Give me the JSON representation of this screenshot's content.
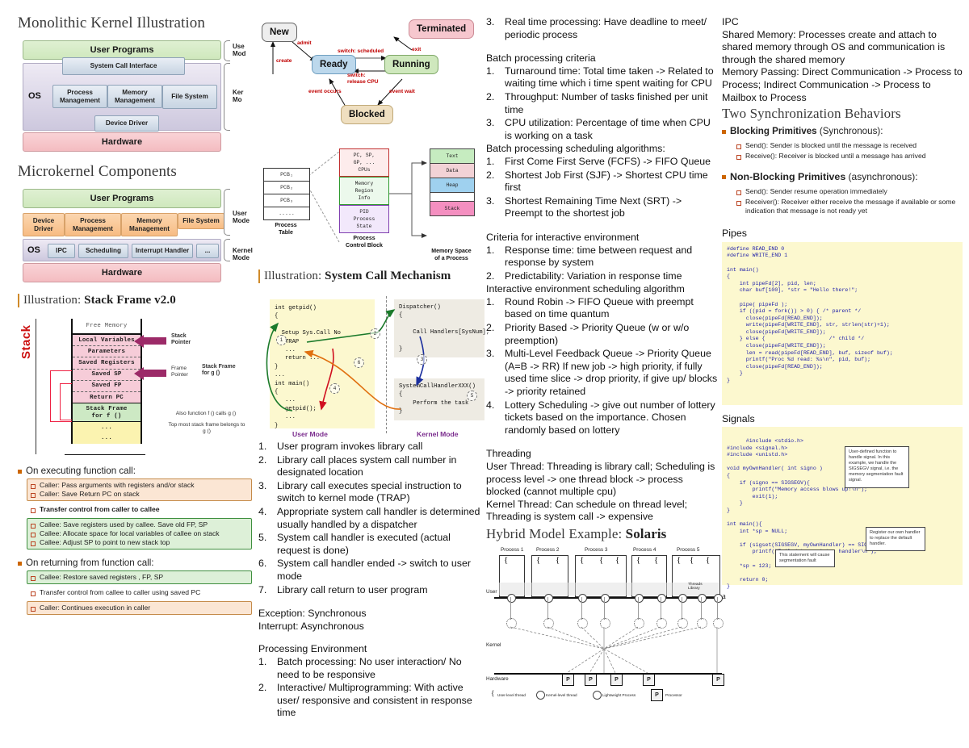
{
  "col1": {
    "heading_monolithic": "Monolithic Kernel Illustration",
    "heading_microkernel": "Microkernel Components",
    "monolithic": {
      "user_programs": "User Programs",
      "system_call_interface": "System Call Interface",
      "os_label": "OS",
      "blocks": [
        "Process Management",
        "Memory Management",
        "File System"
      ],
      "device_driver": "Device Driver",
      "hardware": "Hardware",
      "user_mode": "Use\nMod",
      "kernel_mode": "Ker\nMo"
    },
    "microkernel": {
      "user_programs": "User Programs",
      "user_blocks": [
        "Device Driver",
        "Process Management",
        "Memory Management",
        "File System"
      ],
      "os_label": "OS",
      "kernel_blocks": [
        "IPC",
        "Scheduling",
        "Interrupt Handler",
        "..."
      ],
      "hardware": "Hardware",
      "user_mode": "User Mode",
      "kernel_mode": "Kernel Mode"
    },
    "stack": {
      "title_prefix": "Illustration: ",
      "title_bold": "Stack Frame v2.0",
      "free_memory": "Free Memory",
      "cells": [
        "Local Variables",
        "Parameters",
        "Saved Registers",
        "Saved SP",
        "Saved FP",
        "Return PC"
      ],
      "frame_f_line1": "Stack Frame",
      "frame_f_line2": "for f ()",
      "dots1": "...",
      "dots2": "...",
      "stack_label": "Stack",
      "stack_pointer": "Stack Pointer",
      "frame_pointer": "Frame Pointer",
      "stack_frame_g_1": "Stack Frame",
      "stack_frame_g_2": "for g ()",
      "note1": "Also function f () calls g ()",
      "note2": "Top most stack frame belongs to g ()"
    },
    "exec_call": {
      "heading": "On executing function call:",
      "orange": [
        "Caller: Pass arguments with registers and/or stack",
        "Caller: Save Return PC on stack"
      ],
      "plain": [
        "Transfer control from caller to callee"
      ],
      "green": [
        "Callee: Save registers used by callee. Save old FP, SP",
        "Callee: Allocate space for local variables of callee on stack",
        "Callee: Adjust SP to point to new stack top"
      ]
    },
    "return_call": {
      "heading": "On returning from function call:",
      "green": [
        "Callee: Restore saved registers , FP, SP"
      ],
      "plain": [
        "Transfer control from callee to caller using saved PC"
      ],
      "orange": [
        "Caller: Continues execution in caller"
      ]
    }
  },
  "col2": {
    "state_diagram": {
      "nodes": {
        "new": "New",
        "ready": "Ready",
        "running": "Running",
        "terminated": "Terminated",
        "blocked": "Blocked"
      },
      "edges": {
        "create": "create",
        "admit": "admit",
        "switch_scheduled": "switch: scheduled",
        "switch_release": "switch:\nrelease CPU",
        "exit": "exit",
        "event_wait": "event wait",
        "event_occurs": "event occurs"
      }
    },
    "pcb_diagram": {
      "process_table_rows": [
        "PCB₁",
        "PCB₂",
        "PCB₃",
        "....."
      ],
      "process_table_caption": "Process\nTable",
      "pcb_caption": "Process\nControl Block",
      "pcb_segments": [
        "PC,  SP,\nGP, ...\nCPUs",
        "Memory\nRegion\nInfo",
        "PID\nProcess\nState"
      ],
      "memory_rows": [
        "Text",
        "Data",
        "Heap",
        "",
        "Stack"
      ],
      "memory_caption": "Memory Space\nof a Process"
    },
    "syscall": {
      "title_prefix": "Illustration: ",
      "title_bold": "System Call Mechanism",
      "user_code": "int getpid()\n{\n\n  Setup Sys.Call No\n   TRAP\n   ...\n   return ...\n}\n...\nint main()\n{\n   ...\n   getpid();\n   ...\n}",
      "dispatcher_code": "Dispatcher()\n{\n\n    Call Handlers[SysNum];\n\n}",
      "handler_code": "SystemCallHandlerXXX()\n{\n    Perform the task\n}",
      "user_mode": "User Mode",
      "kernel_mode": "Kernel Mode"
    },
    "steps": [
      "User program invokes library call",
      "Library call places system call number in designated location",
      "Library call executes special instruction to switch to kernel mode (TRAP)",
      "Appropriate system call handler is determined usually handled by a dispatcher",
      "System call handler is executed (actual request is done)",
      "System call handler ended -> switch to user mode",
      "Library call return to user program"
    ],
    "exception_line": "Exception: Synchronous",
    "interrupt_line": "Interrupt: Asynchronous",
    "processing_env_heading": "Processing Environment",
    "processing_env": [
      "Batch processing: No user interaction/ No need to be responsive",
      "Interactive/ Multiprogramming: With active user/ responsive and consistent in response time"
    ]
  },
  "col3": {
    "processing_env_cont": [
      {
        "n": "3.",
        "t": "Real time processing: Have deadline to meet/ periodic process"
      }
    ],
    "batch_criteria_heading": "Batch processing criteria",
    "batch_criteria": [
      "Turnaround time: Total time taken -> Related to waiting time which i time spent waiting for CPU",
      "Throughput: Number of tasks finished per unit time",
      "CPU utilization: Percentage of time when CPU is working on a task"
    ],
    "batch_alg_heading": "Batch processing scheduling algorithms:",
    "batch_alg": [
      "First Come First Serve (FCFS) -> FIFO Queue",
      "Shortest Job First (SJF) -> Shortest CPU time first",
      "Shortest Remaining Time Next (SRT) -> Preempt to the shortest job"
    ],
    "interactive_criteria_heading": "Criteria for interactive environment",
    "interactive_criteria": [
      "Response time: time between request and response by system",
      "Predictability: Variation in response time"
    ],
    "interactive_alg_heading": "Interactive environment scheduling algorithm",
    "interactive_alg": [
      "Round Robin -> FIFO Queue with preempt based on time quantum",
      "Priority Based -> Priority Queue (w or w/o preemption)",
      "Multi-Level Feedback Queue -> Priority Queue (A=B -> RR) If new job -> high priority, if fully used time slice -> drop priority, if give up/ blocks -> priority retained",
      "Lottery Scheduling -> give out number of lottery tickets based on the importance. Chosen randomly based on lottery"
    ],
    "threading_heading": "Threading",
    "threading_lines": [
      "User Thread: Threading is library call; Scheduling is process level -> one thread block -> process blocked (cannot multiple cpu)",
      "Kernel Thread: Can schedule on thread level; Threading is system call -> expensive"
    ],
    "hybrid_title_prefix": "Hybrid Model Example: ",
    "hybrid_title_bold": "Solaris",
    "solaris": {
      "processes": [
        "Process 1",
        "Process 2",
        "Process 3",
        "Process 4",
        "Process 5"
      ],
      "rows": [
        "User",
        "Kernel",
        "Hardware"
      ],
      "thread_library": "Threads\nLibrary",
      "cpu_label": "P",
      "legend": [
        "User-level thread",
        "Kernel-level thread",
        "Lightweight Process",
        "Processor"
      ]
    }
  },
  "col4": {
    "ipc_heading": "IPC",
    "ipc_lines": [
      "Shared Memory: Processes create and attach to shared memory through OS and communication is through the shared memory",
      "Memory Passing: Direct Communication -> Process to Process; Indirect Communication -> Process to Mailbox to Process"
    ],
    "sync_title": "Two Synchronization Behaviors",
    "blocking": {
      "label_bold": "Blocking Primitives",
      "label_rest": " (Synchronous):",
      "items": [
        "Send(): Sender is blocked until the message is received",
        "Receive(): Receiver is blocked until a message has arrived"
      ]
    },
    "nonblocking": {
      "label_bold": "Non-Blocking Primitives",
      "label_rest": " (asynchronous):",
      "items": [
        "Send(): Sender resume operation immediately",
        "Receiver(): Receiver either receive the message if available or some indication that message is not ready yet"
      ]
    },
    "pipes_heading": "Pipes",
    "pipes_code": "#define READ_END 0\n#define WRITE_END 1\n\nint main()\n{\n    int pipeFd[2], pid, len;\n    char buf[100], *str = \"Hello there!\";\n\n    pipe( pipeFd );\n    if ((pid = fork()) > 0) { /* parent */\n      close(pipeFd[READ_END]);\n      write(pipeFd[WRITE_END], str, strlen(str)+1);\n      close(pipeFd[WRITE_END]);\n    } else {                    /* child */\n      close(pipeFd[WRITE_END]);\n      len = read(pipeFd[READ_END], buf, sizeof buf);\n      printf(\"Proc %d read: %s\\n\", pid, buf);\n      close(pipeFd[READ_END]);\n    }\n}",
    "signals_heading": "Signals",
    "signals_code": "#include <stdio.h>\n#include <signal.h>\n#include <unistd.h>\n\nvoid myOwnHandler( int signo )\n{\n    if (signo == SIGSEGV){\n        printf(\"Memory access blows up!\\n\");\n        exit(1);\n    }\n}\n\nint main(){\n    int *sp = NULL;\n\n    if (sigset(SIGSEGV, myOwnHandler) == SIG_ERR)\n        printf(\"Failed to register handler\\n\");\n\n    *sp = 123;\n\n    return 0;\n}",
    "signals_callouts": [
      "User-defined function to handle signal. In this example, we handle the SIGSEGV signal, i.e. the memory segmentation fault signal.",
      "Register our own handler to replace the default handler.",
      "This statement will cause segmentation fault",
      "a"
    ]
  },
  "colors": {
    "user_green": "#cfe8bd",
    "hardware_pink": "#f4bcc1",
    "os_purple": "#cdc8de",
    "orange_block": "#f7bc83",
    "code_yellow": "#fcf8cf",
    "accent_red": "#cc1111"
  }
}
